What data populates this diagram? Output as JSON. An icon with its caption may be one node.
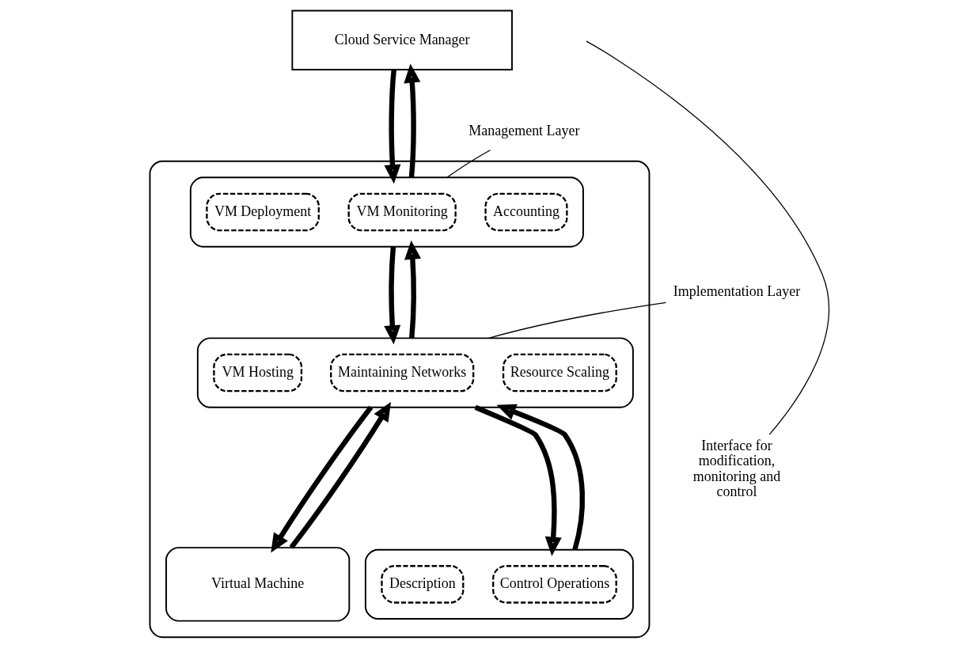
{
  "diagram": {
    "nodes": [
      {
        "text": [
          "Cloud Service Manager"
        ]
      },
      {
        "text": [],
        "shape": "box"
      },
      {
        "text": [],
        "shape": "box",
        "in": 1
      },
      {
        "text": [
          "VM Deployment"
        ],
        "in": 2
      },
      {
        "text": [
          "VM Monitoring"
        ],
        "in": 2
      },
      {
        "text": [
          "Accounting"
        ],
        "in": 2
      },
      {
        "text": [],
        "shape": "box",
        "in": 1
      },
      {
        "text": [
          "VM Hosting"
        ],
        "in": 6
      },
      {
        "text": [
          "Maintaining Networks"
        ],
        "in": 6
      },
      {
        "text": [
          "Resource Scaling"
        ],
        "in": 6
      },
      {
        "text": [],
        "shape": "box",
        "in": 1
      },
      {
        "text": [
          "Description"
        ],
        "in": 10
      },
      {
        "text": [
          "Control Operations"
        ],
        "in": 10
      },
      {
        "text": [
          "Virtual Machine"
        ],
        "in": 1
      },
      {
        "text": [
          "Management Layer"
        ]
      },
      {
        "text": [
          "Implementation Layer"
        ]
      },
      {
        "text": [
          "Interface for modification, monitoring and control"
        ]
      }
    ],
    "edges": [
      {
        "from": 0,
        "to": 2,
        "arrow": "to"
      },
      {
        "from": 2,
        "to": 0,
        "arrow": "to"
      },
      {
        "from": 2,
        "to": 6,
        "arrow": "to"
      },
      {
        "from": 6,
        "to": 2,
        "arrow": "to"
      },
      {
        "from": 6,
        "to": 10,
        "arrow": "to"
      },
      {
        "from": 10,
        "to": 6,
        "arrow": "to"
      },
      {
        "from": 6,
        "to": 13,
        "arrow": "to"
      },
      {
        "from": 13,
        "to": 6,
        "arrow": "to"
      },
      {
        "from": 14,
        "to": 2,
        "arrow": "none"
      },
      {
        "from": 15,
        "to": 6,
        "arrow": "none"
      },
      {
        "from": 16,
        "to": null,
        "arrow": "none"
      }
    ]
  }
}
